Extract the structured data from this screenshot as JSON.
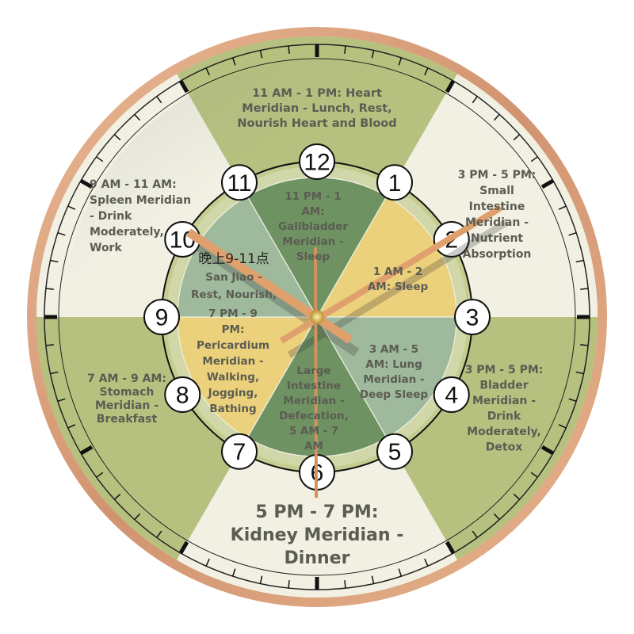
{
  "clock": {
    "numbers": [
      "12",
      "1",
      "2",
      "3",
      "4",
      "5",
      "6",
      "7",
      "8",
      "9",
      "10",
      "11"
    ],
    "hands": {
      "hour_points_to": "10",
      "minute_points_to": "2",
      "second_points_to": "6"
    },
    "colors": {
      "rim": "#d9a07a",
      "outer_green": "#b6c17f",
      "outer_cream": "#f1f0e3",
      "band_green": "#c4cd8f",
      "inner_dark_green": "#6f9262",
      "inner_yellow": "#ecd17c",
      "inner_sage": "#9fb99c",
      "hand": "#e0a06e",
      "text": "#5b5c52"
    },
    "outer_sections": [
      {
        "id": "top",
        "lines": [
          "11 AM - 1 PM: Heart",
          "Meridian - Lunch, Rest,",
          "Nourish Heart and Blood"
        ]
      },
      {
        "id": "upper-right",
        "lines": [
          "3 PM - 5 PM:",
          "Small",
          "Intestine",
          "Meridian -",
          "Nutrient",
          "Absorption"
        ]
      },
      {
        "id": "lower-right",
        "lines": [
          "3 PM - 5 PM:",
          "Bladder",
          "Meridian -",
          "Drink",
          "Moderately,",
          "Detox"
        ]
      },
      {
        "id": "bottom",
        "lines": [
          "5 PM - 7 PM:",
          "Kidney Meridian -",
          "Dinner"
        ]
      },
      {
        "id": "lower-left",
        "lines": [
          "7 AM - 9 AM:",
          "Stomach",
          "Meridian -",
          "Breakfast"
        ]
      },
      {
        "id": "upper-left",
        "lines": [
          "9 AM - 11 AM:",
          "Spleen Meridian",
          "- Drink",
          "Moderately,",
          "Work"
        ]
      }
    ],
    "inner_sections": [
      {
        "id": "gallbladder",
        "lines": [
          "11 PM - 1",
          "AM:",
          "Gallbladder",
          "Meridian -",
          "Sleep"
        ]
      },
      {
        "id": "sleep",
        "lines": [
          "1 AM - 2",
          "AM: Sleep"
        ]
      },
      {
        "id": "lung",
        "lines": [
          "3 AM - 5",
          "AM: Lung",
          "Meridian -",
          "Deep Sleep"
        ]
      },
      {
        "id": "large-intestine",
        "lines": [
          "Large",
          "Intestine",
          "Meridian -",
          "Defecation,",
          "5 AM - 7",
          "AM"
        ]
      },
      {
        "id": "pericardium",
        "lines": [
          "7 PM - 9",
          "PM:",
          "Pericardium",
          "Meridian -",
          "Walking,",
          "Jogging,",
          "Bathing"
        ]
      },
      {
        "id": "san-jiao",
        "lines": [
          "晚上9-11点",
          "San Jiao -",
          "Rest, Nourish,"
        ]
      }
    ]
  }
}
